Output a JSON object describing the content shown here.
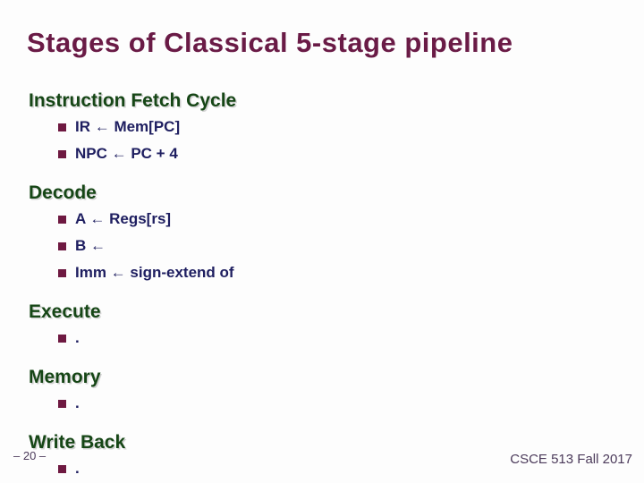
{
  "slide": {
    "title": "Stages of Classical 5-stage pipeline",
    "sections": [
      {
        "heading": "Instruction Fetch Cycle",
        "bullets": [
          "IR ← Mem[PC]",
          "NPC ← PC + 4"
        ]
      },
      {
        "heading": "Decode",
        "bullets": [
          "A ← Regs[rs]",
          "B ←",
          "Imm ← sign-extend of"
        ]
      },
      {
        "heading": "Execute",
        "bullets": [
          "."
        ]
      },
      {
        "heading": "Memory",
        "bullets": [
          "."
        ]
      },
      {
        "heading": "Write Back",
        "bullets": [
          "."
        ]
      }
    ],
    "footer": {
      "page_number": "– 20 –",
      "course": "CSCE 513 Fall 2017"
    }
  },
  "colors": {
    "bg": "#fdfdfd",
    "title_maroon": "#6a1b46",
    "heading_green": "#164616",
    "body_navy": "#1e1e60",
    "bullet_maroon": "#6e1941",
    "footer_purple": "#4b3a5a"
  }
}
